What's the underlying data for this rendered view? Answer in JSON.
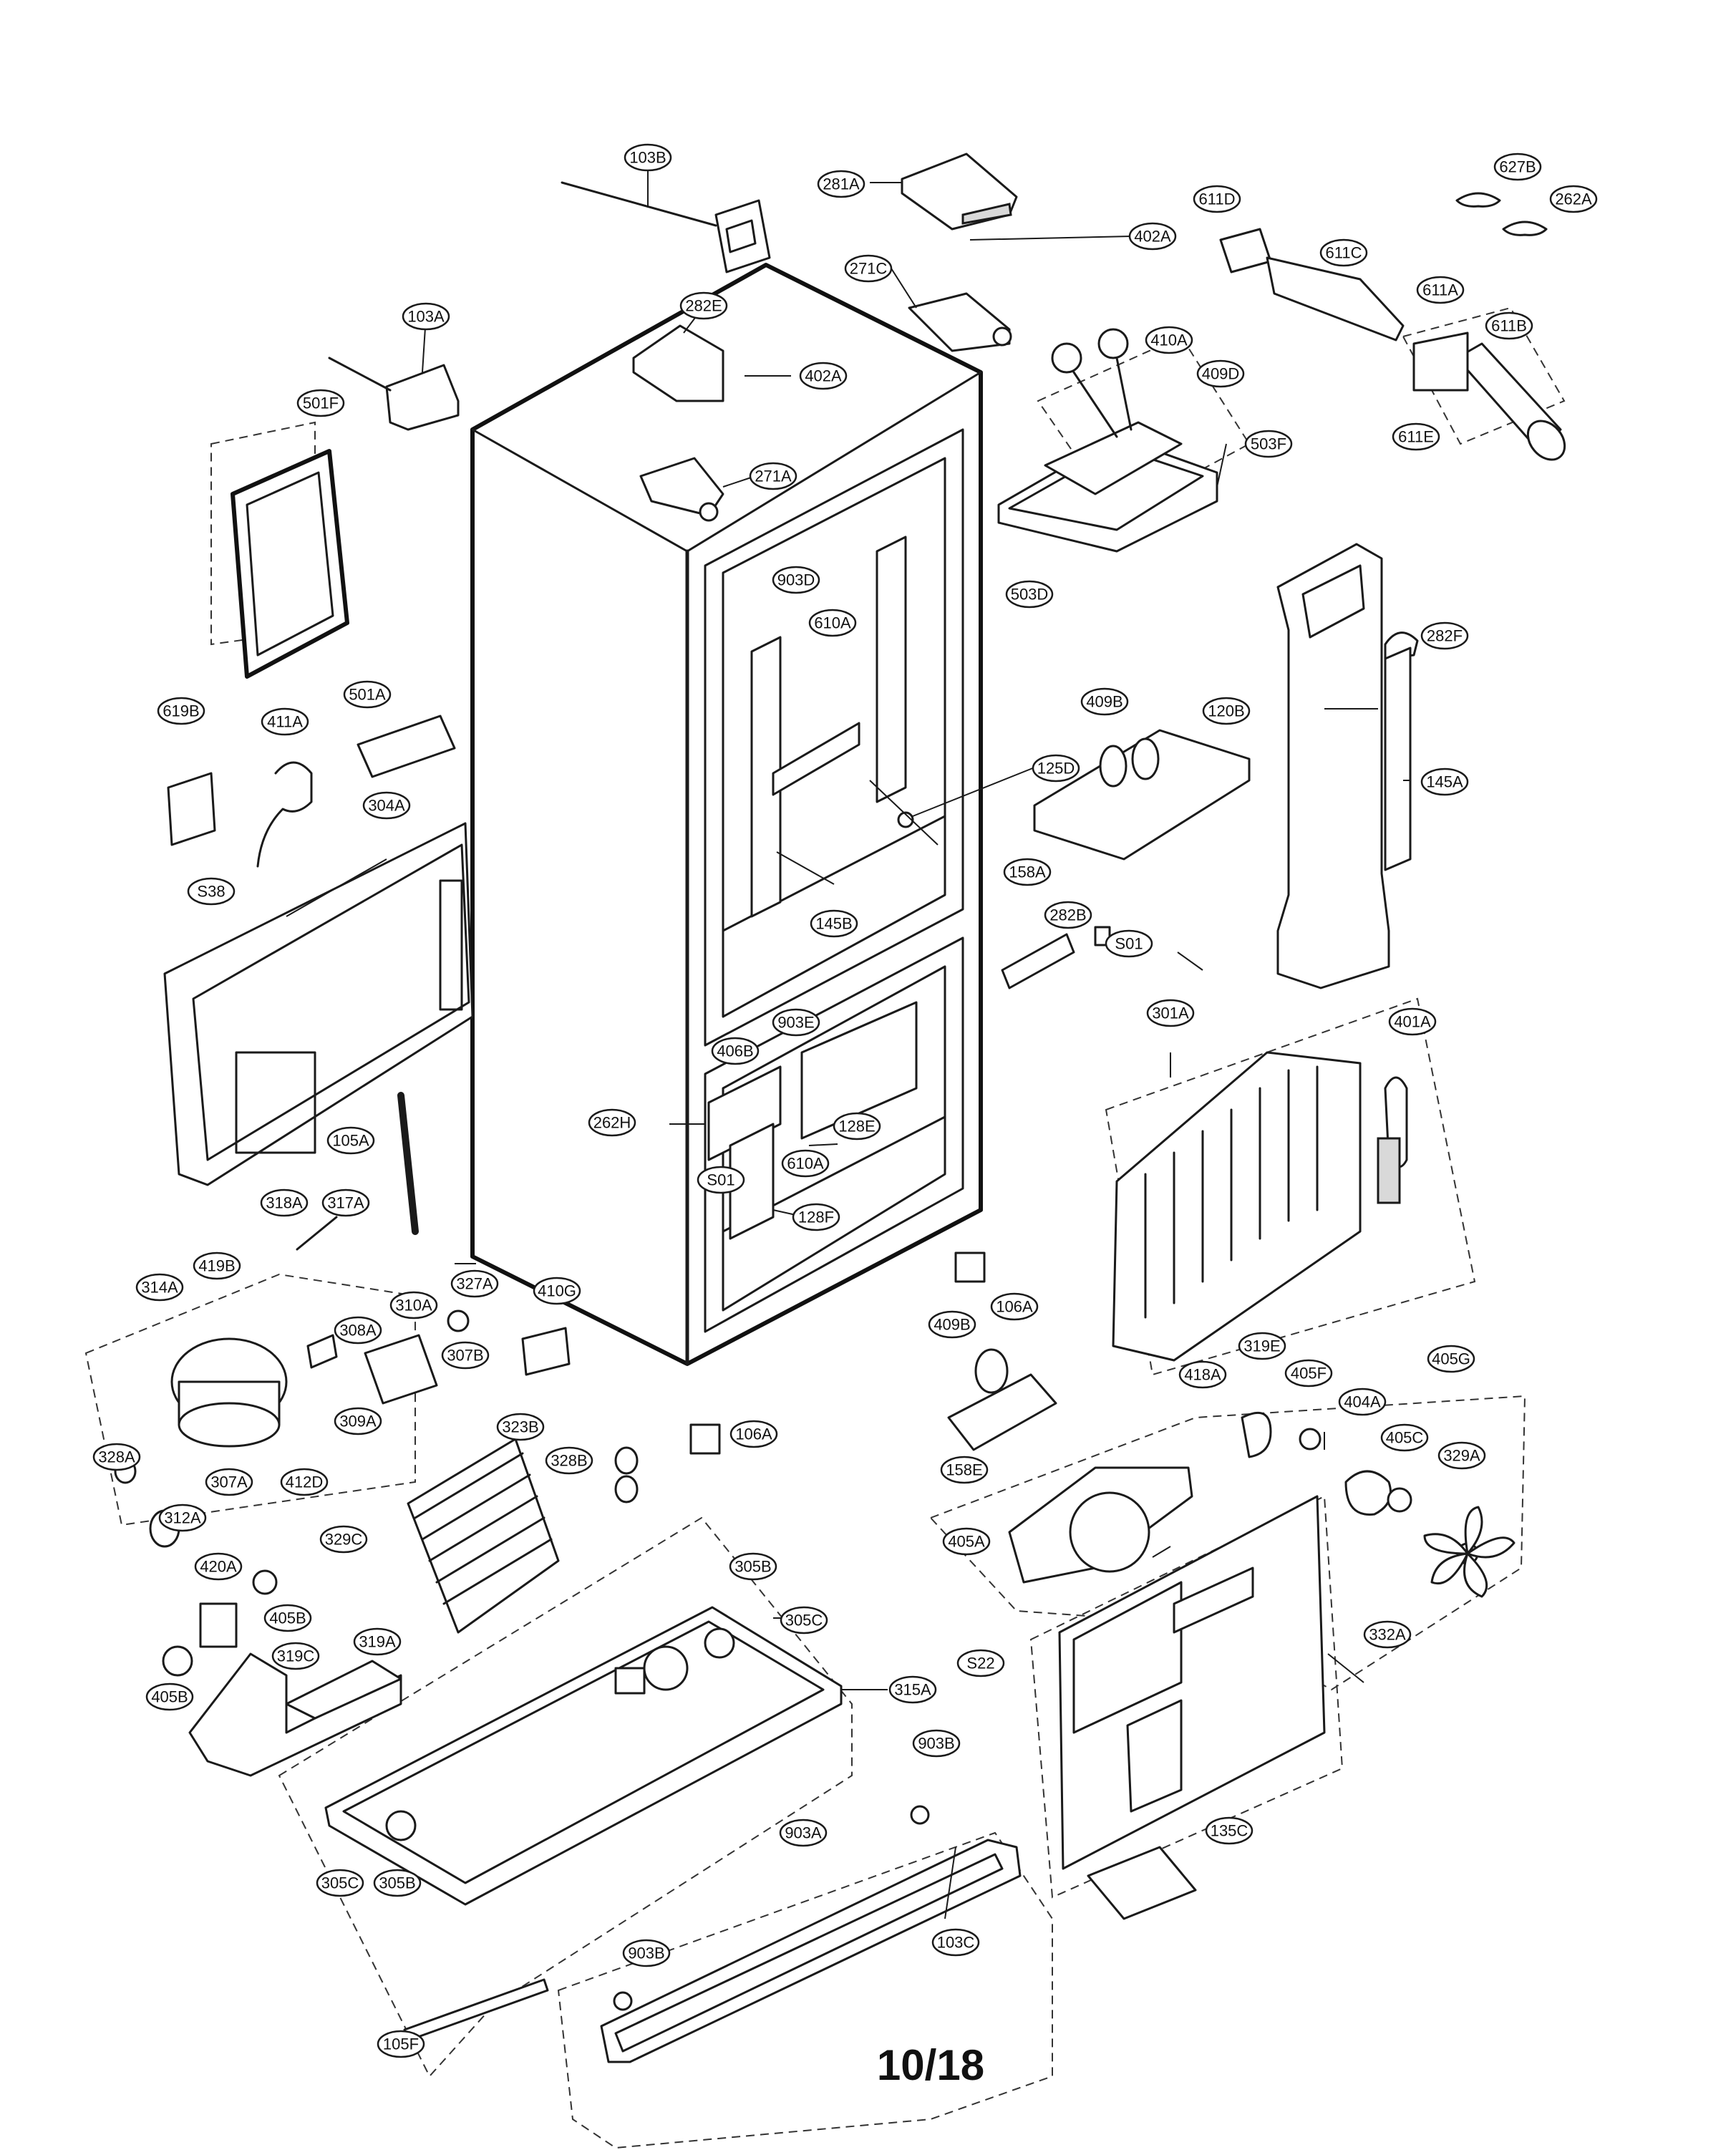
{
  "page_number": "10/18",
  "callouts": [
    "103B",
    "281A",
    "402A",
    "627B",
    "262A",
    "611D",
    "611C",
    "271C",
    "282E",
    "103A",
    "611A",
    "611B",
    "410A",
    "409D",
    "501F",
    "271A",
    "503F",
    "611E",
    "903D",
    "610A",
    "503D",
    "282F",
    "619B",
    "411A",
    "501A",
    "409B",
    "120B",
    "125D",
    "145A",
    "304A",
    "158A",
    "S38",
    "282B",
    "S01",
    "145B",
    "301A",
    "401A",
    "903E",
    "406B",
    "262H",
    "128E",
    "105A",
    "610A",
    "S01",
    "128F",
    "318A",
    "317A",
    "419B",
    "314A",
    "327A",
    "410G",
    "310A",
    "308A",
    "307B",
    "106A",
    "409B",
    "418A",
    "319E",
    "405F",
    "405G",
    "404A",
    "405C",
    "329A",
    "309A",
    "328A",
    "307A",
    "412D",
    "106A",
    "158E",
    "323B",
    "328B",
    "405A",
    "312A",
    "329C",
    "420A",
    "305B",
    "305C",
    "405B",
    "319A",
    "319C",
    "S22",
    "332A",
    "405B",
    "315A",
    "903B",
    "903A",
    "135C",
    "305C",
    "305B",
    "903B",
    "103C",
    "105F"
  ]
}
